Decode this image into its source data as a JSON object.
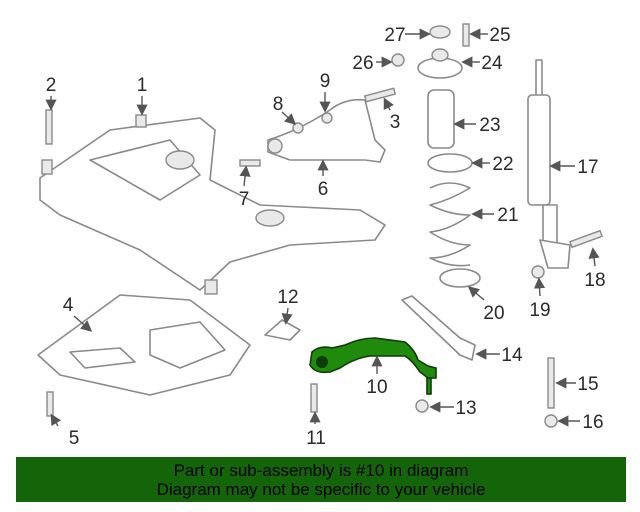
{
  "diagram": {
    "callouts": {
      "c1": "1",
      "c2": "2",
      "c3": "3",
      "c4": "4",
      "c5": "5",
      "c6": "6",
      "c7": "7",
      "c8": "8",
      "c9": "9",
      "c10": "10",
      "c11": "11",
      "c12": "12",
      "c13": "13",
      "c14": "14",
      "c15": "15",
      "c16": "16",
      "c17": "17",
      "c18": "18",
      "c19": "19",
      "c20": "20",
      "c21": "21",
      "c22": "22",
      "c23": "23",
      "c24": "24",
      "c25": "25",
      "c26": "26",
      "c27": "27"
    },
    "highlighted_part": "10",
    "highlight_color": "#1f8a0c"
  },
  "banner": {
    "line1": "Part or sub-assembly is #10 in diagram",
    "line2": "Diagram may not be specific to your vehicle",
    "color": "#146409"
  }
}
